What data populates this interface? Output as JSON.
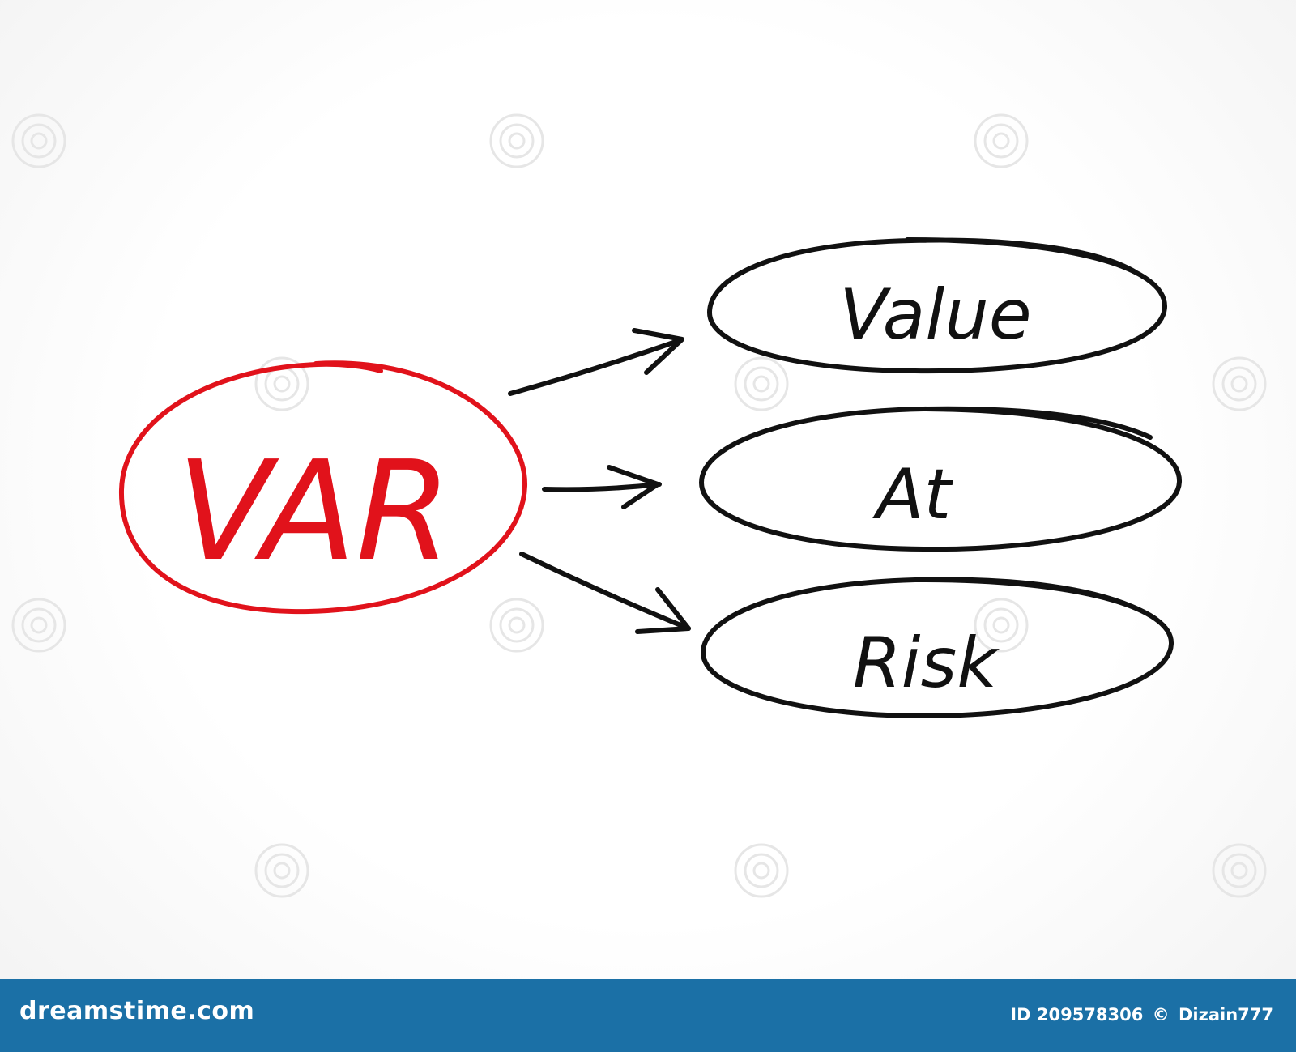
{
  "diagram": {
    "source": {
      "label": "VAR",
      "color": "#e1121b"
    },
    "targets": [
      {
        "label": "Value"
      },
      {
        "label": "At"
      },
      {
        "label": "Risk"
      }
    ],
    "line_color": "#111111"
  },
  "footer": {
    "logo": "dreamstime.com",
    "id_text": "ID 209578306",
    "copyright_symbol": "©",
    "author": "Dizain777",
    "background": "#1b70a6"
  }
}
